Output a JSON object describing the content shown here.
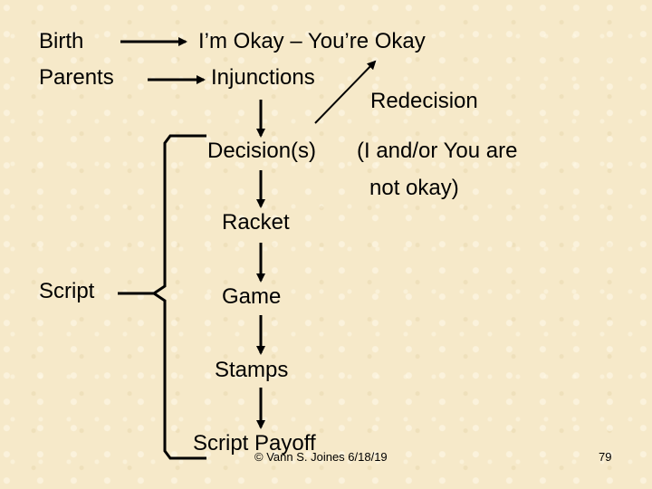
{
  "labels": {
    "birth": "Birth",
    "parents": "Parents",
    "okay": "I’m Okay – You’re Okay",
    "injunctions": "Injunctions",
    "redecision": "Redecision",
    "decisions": "Decision(s)",
    "decision_note_1": "(I and/or You are",
    "decision_note_2": "not okay)",
    "racket": "Racket",
    "script": "Script",
    "game": "Game",
    "stamps": "Stamps",
    "script_payoff": "Script Payoff"
  },
  "footer": {
    "copyright": "© Vann S. Joines 6/18/19",
    "page_number": "79"
  }
}
